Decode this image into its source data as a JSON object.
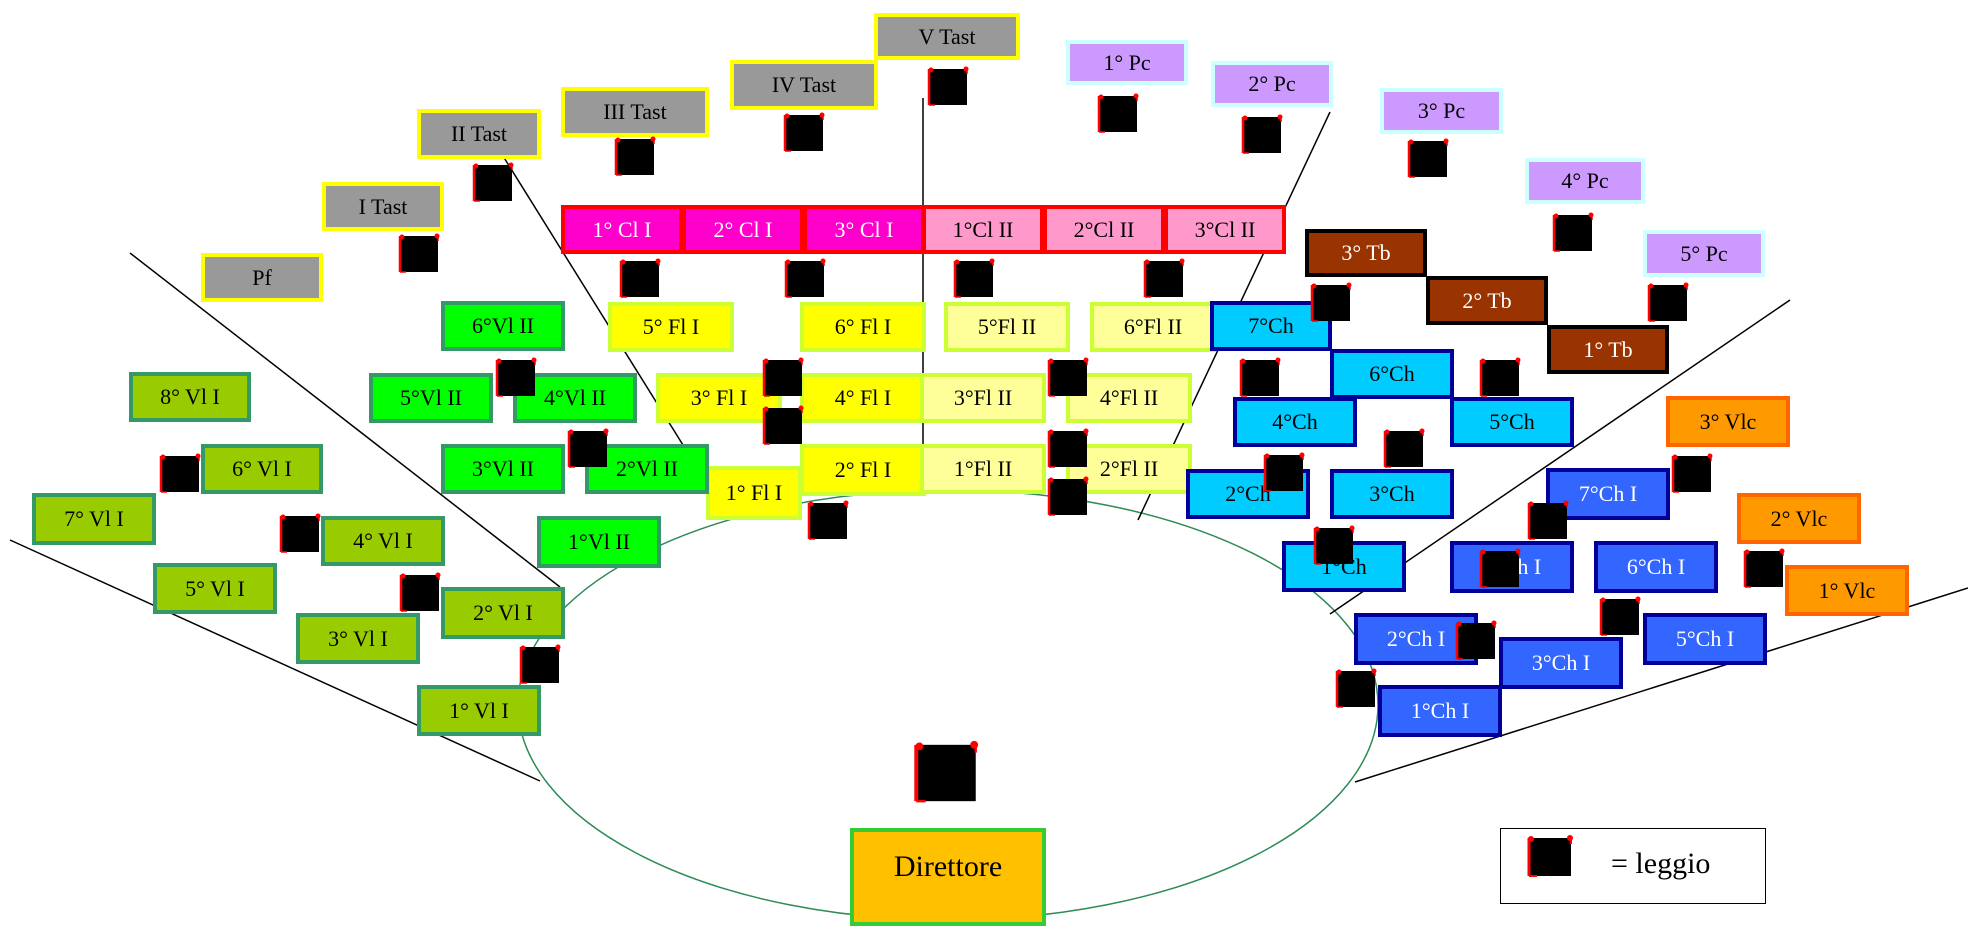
{
  "director": {
    "label": "Direttore"
  },
  "legend": {
    "label": "= leggio"
  },
  "icons": {
    "stand": "music-stand-icon"
  },
  "colors": {
    "keyboard": "#999999",
    "keyboard_border": "#ffff00",
    "clarinet_1": "#ff00cc",
    "clarinet_2": "#ff99cc",
    "clarinet_border": "#ff0000",
    "flute_1": "#ffff00",
    "flute_2": "#ffff99",
    "flute_border": "#ccff33",
    "violin_1": "#99cc00",
    "violin_2": "#00ff00",
    "violin_border": "#339966",
    "guitar_2": "#00ccff",
    "guitar_1": "#3366ff",
    "guitar_border": "#000099",
    "percussion": "#cc99ff",
    "percussion_border": "#ccffff",
    "trombone": "#993300",
    "trombone_border": "#000000",
    "cello": "#ff9900",
    "cello_border": "#ff6600",
    "director": "#ffc000",
    "director_border": "#33cc33",
    "stand_fill": "#000000",
    "stand_edge": "#ff0000"
  },
  "seats": [
    {
      "label": "Pf",
      "group": "keyboard"
    },
    {
      "label": "I Tast",
      "group": "keyboard"
    },
    {
      "label": "II Tast",
      "group": "keyboard"
    },
    {
      "label": "III Tast",
      "group": "keyboard"
    },
    {
      "label": "IV Tast",
      "group": "keyboard"
    },
    {
      "label": "V Tast",
      "group": "keyboard"
    },
    {
      "label": "1° Pc",
      "group": "percussion"
    },
    {
      "label": "2° Pc",
      "group": "percussion"
    },
    {
      "label": "3° Pc",
      "group": "percussion"
    },
    {
      "label": "4° Pc",
      "group": "percussion"
    },
    {
      "label": "5° Pc",
      "group": "percussion"
    },
    {
      "label": "1° Cl I",
      "group": "clarinet_1"
    },
    {
      "label": "2° Cl I",
      "group": "clarinet_1"
    },
    {
      "label": "3° Cl I",
      "group": "clarinet_1"
    },
    {
      "label": "1°Cl II",
      "group": "clarinet_2"
    },
    {
      "label": "2°Cl II",
      "group": "clarinet_2"
    },
    {
      "label": "3°Cl II",
      "group": "clarinet_2"
    },
    {
      "label": "3° Tb",
      "group": "trombone"
    },
    {
      "label": "2° Tb",
      "group": "trombone"
    },
    {
      "label": "1° Tb",
      "group": "trombone"
    },
    {
      "label": "5° Fl I",
      "group": "flute_1"
    },
    {
      "label": "6° Fl I",
      "group": "flute_1"
    },
    {
      "label": "3° Fl I",
      "group": "flute_1"
    },
    {
      "label": "4° Fl I",
      "group": "flute_1"
    },
    {
      "label": "1° Fl I",
      "group": "flute_1"
    },
    {
      "label": "2° Fl I",
      "group": "flute_1"
    },
    {
      "label": "5°Fl II",
      "group": "flute_2"
    },
    {
      "label": "6°Fl II",
      "group": "flute_2"
    },
    {
      "label": "3°Fl II",
      "group": "flute_2"
    },
    {
      "label": "4°Fl II",
      "group": "flute_2"
    },
    {
      "label": "1°Fl II",
      "group": "flute_2"
    },
    {
      "label": "2°Fl II",
      "group": "flute_2"
    },
    {
      "label": "6°Vl II",
      "group": "violin_2"
    },
    {
      "label": "5°Vl II",
      "group": "violin_2"
    },
    {
      "label": "4°Vl II",
      "group": "violin_2"
    },
    {
      "label": "3°Vl II",
      "group": "violin_2"
    },
    {
      "label": "2°Vl II",
      "group": "violin_2"
    },
    {
      "label": "1°Vl II",
      "group": "violin_2"
    },
    {
      "label": "8° Vl I",
      "group": "violin_1"
    },
    {
      "label": "6° Vl I",
      "group": "violin_1"
    },
    {
      "label": "7° Vl I",
      "group": "violin_1"
    },
    {
      "label": "4° Vl I",
      "group": "violin_1"
    },
    {
      "label": "5° Vl I",
      "group": "violin_1"
    },
    {
      "label": "2° Vl I",
      "group": "violin_1"
    },
    {
      "label": "3° Vl I",
      "group": "violin_1"
    },
    {
      "label": "1° Vl I",
      "group": "violin_1"
    },
    {
      "label": "7°Ch",
      "group": "guitar_2"
    },
    {
      "label": "6°Ch",
      "group": "guitar_2"
    },
    {
      "label": "4°Ch",
      "group": "guitar_2"
    },
    {
      "label": "5°Ch",
      "group": "guitar_2"
    },
    {
      "label": "2°Ch",
      "group": "guitar_2"
    },
    {
      "label": "3°Ch",
      "group": "guitar_2"
    },
    {
      "label": "1°Ch",
      "group": "guitar_2"
    },
    {
      "label": "7°Ch I",
      "group": "guitar_1"
    },
    {
      "label": "4°Ch I",
      "group": "guitar_1"
    },
    {
      "label": "6°Ch I",
      "group": "guitar_1"
    },
    {
      "label": "2°Ch I",
      "group": "guitar_1"
    },
    {
      "label": "3°Ch I",
      "group": "guitar_1"
    },
    {
      "label": "5°Ch I",
      "group": "guitar_1"
    },
    {
      "label": "1°Ch I",
      "group": "guitar_1"
    },
    {
      "label": "3° Vlc",
      "group": "cello"
    },
    {
      "label": "2° Vlc",
      "group": "cello"
    },
    {
      "label": "1° Vlc",
      "group": "cello"
    }
  ]
}
